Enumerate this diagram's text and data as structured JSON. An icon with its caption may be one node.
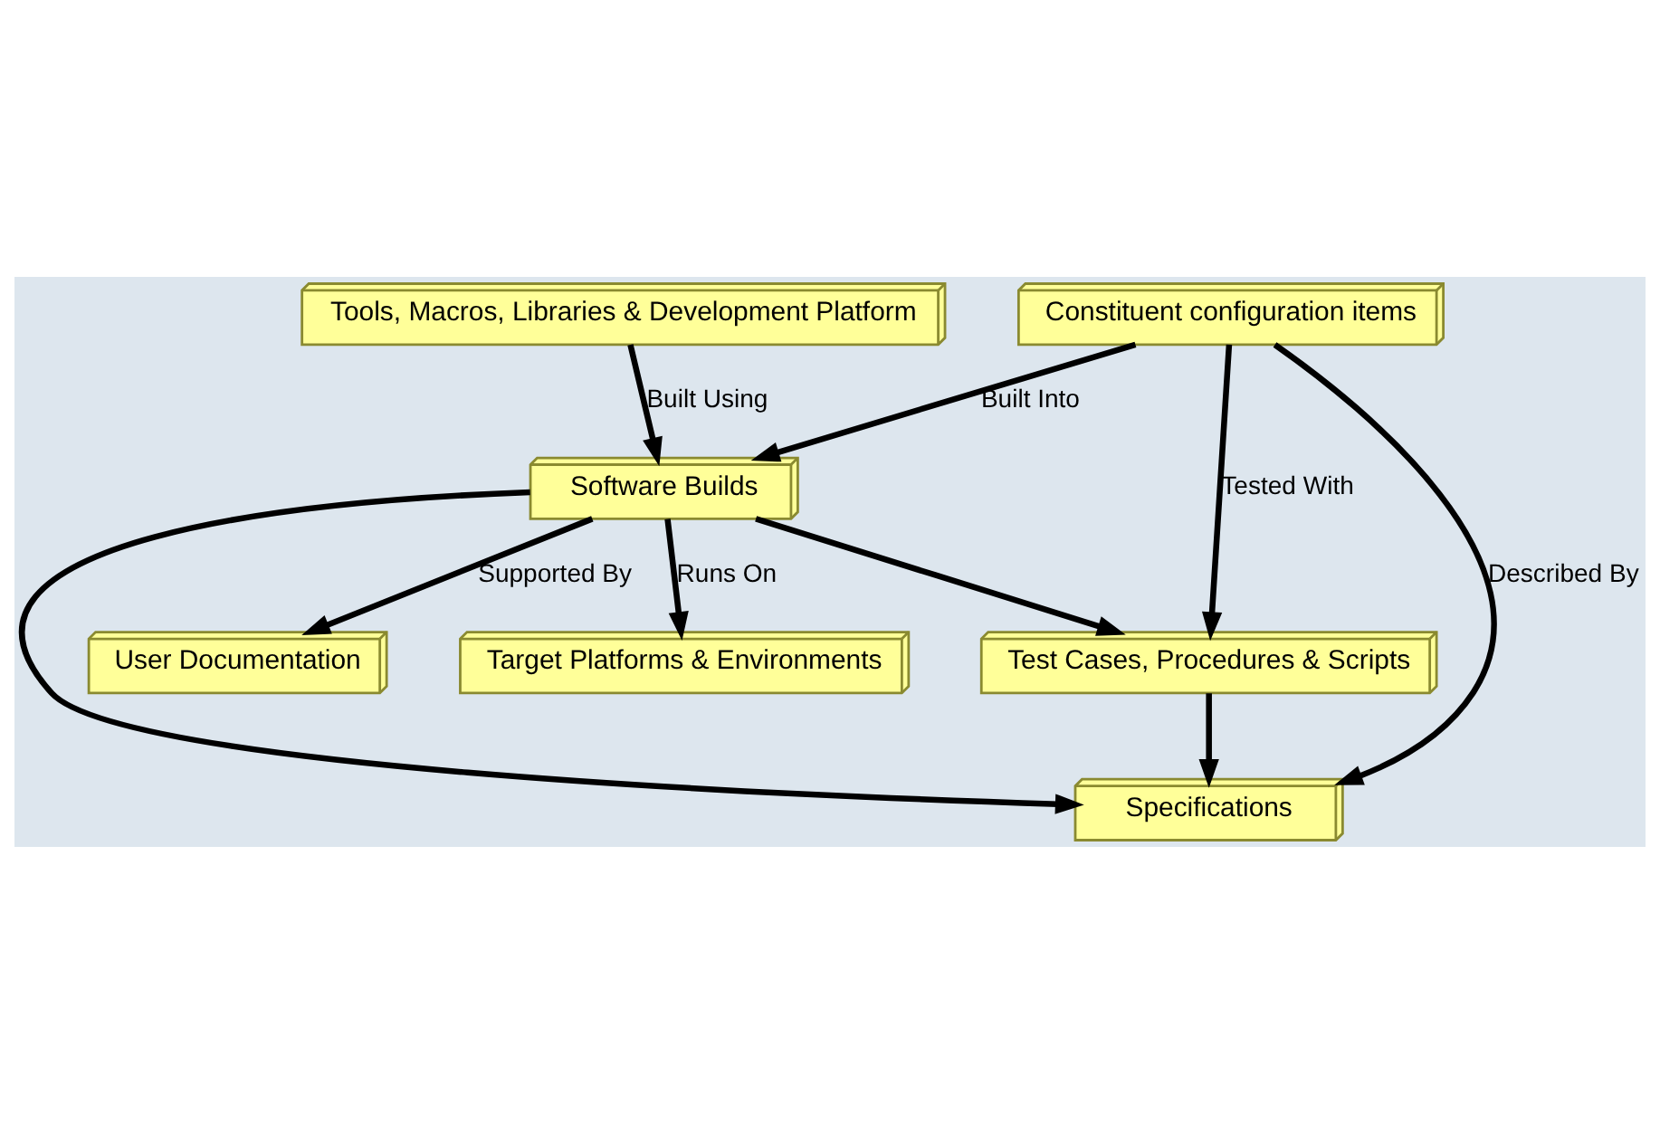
{
  "diagram": {
    "nodes": [
      {
        "text": [
          "Test Cases, Procedures & Scripts"
        ]
      },
      {
        "text": [
          "Constituent configuration items"
        ]
      },
      {
        "text": [
          "Target Platforms & Environments"
        ]
      },
      {
        "text": [
          "Specifications"
        ]
      },
      {
        "text": [
          "Software Builds"
        ]
      },
      {
        "text": [
          "User Documentation"
        ]
      },
      {
        "text": [
          "Tools, Macros, Libraries & Development Platform"
        ]
      }
    ],
    "edges": [
      {
        "from": 1,
        "to": 0,
        "arrow": "to",
        "label": "Tested With"
      },
      {
        "from": 4,
        "to": 0,
        "arrow": "to"
      },
      {
        "from": 0,
        "to": 3,
        "arrow": "to"
      },
      {
        "from": 1,
        "to": 3,
        "arrow": "to",
        "label": "Described By"
      },
      {
        "from": 4,
        "to": 3,
        "arrow": "to"
      },
      {
        "from": 1,
        "to": 4,
        "arrow": "to",
        "label": "Built Into"
      },
      {
        "from": 4,
        "to": 2,
        "arrow": "to",
        "label": "Runs On"
      },
      {
        "from": 4,
        "to": 5,
        "arrow": "to",
        "label": "Supported By"
      },
      {
        "from": 6,
        "to": 4,
        "arrow": "to",
        "label": "Built Using"
      }
    ]
  }
}
